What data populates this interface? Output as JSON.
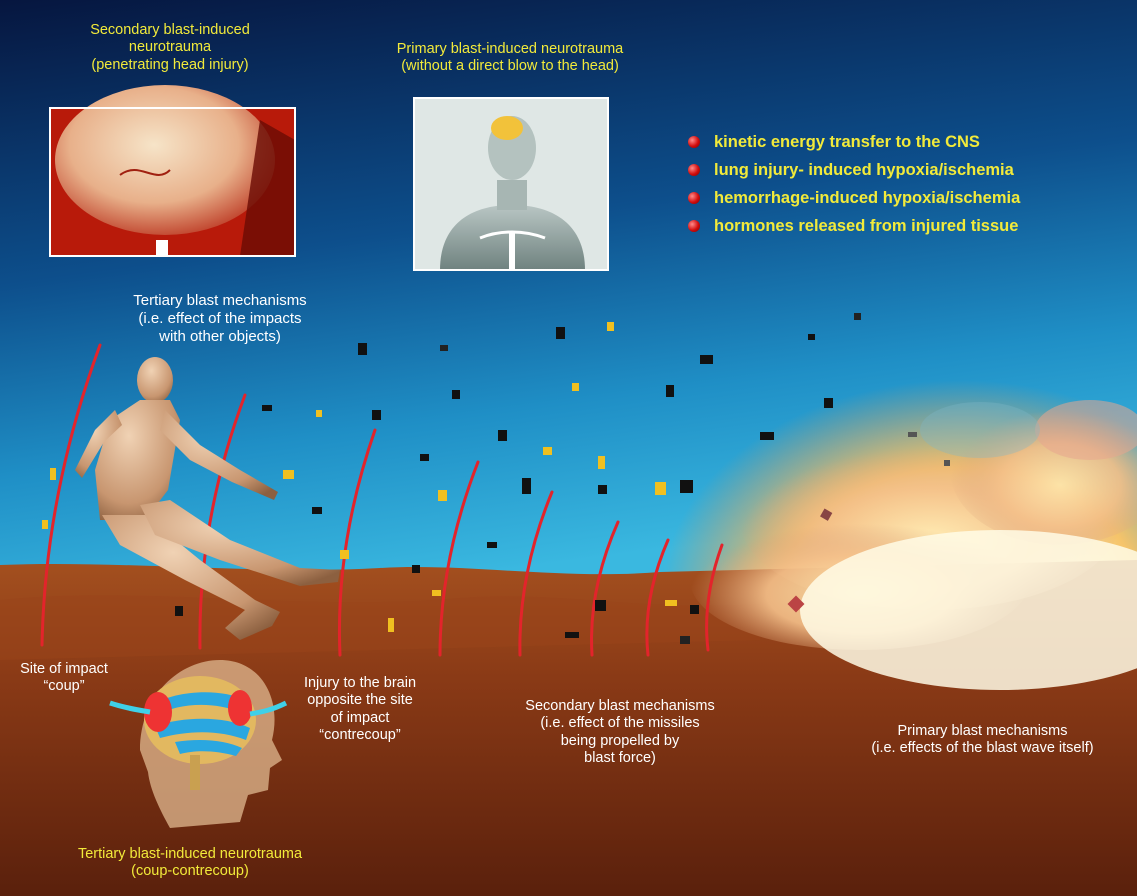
{
  "labels": {
    "secondary_neurotrauma": {
      "line1": "Secondary blast-induced",
      "line2": "neurotrauma",
      "line3": "(penetrating head injury)"
    },
    "primary_neurotrauma": {
      "line1": "Primary blast-induced neurotrauma",
      "line2": "(without a direct blow to the head)"
    },
    "tertiary_mechanisms": {
      "line1": "Tertiary blast mechanisms",
      "line2": "(i.e. effect of the impacts",
      "line3": "with other objects)"
    },
    "site_of_impact": {
      "line1": "Site of impact",
      "line2": "“coup”"
    },
    "contrecoup": {
      "line1": "Injury to the brain",
      "line2": "opposite the site",
      "line3": "of impact",
      "line4": "“contrecoup”"
    },
    "secondary_mechanisms": {
      "line1": "Secondary blast mechanisms",
      "line2": "(i.e. effect of the missiles",
      "line3": "being propelled by",
      "line4": "blast force)"
    },
    "primary_mechanisms": {
      "line1": "Primary blast mechanisms",
      "line2": "(i.e. effects of the blast wave itself)"
    },
    "tertiary_neurotrauma": {
      "line1": "Tertiary blast-induced neurotrauma",
      "line2": "(coup-contrecoup)"
    }
  },
  "bullets": [
    "kinetic energy transfer to the CNS",
    "lung injury- induced hypoxia/ischemia",
    "hemorrhage-induced hypoxia/ischemia",
    "hormones released from injured tissue"
  ],
  "colors": {
    "sky_top": "#06163f",
    "sky_bottom": "#2aa7d6",
    "ground": "#8a3a16",
    "label_yellow": "#f2ea3a",
    "blast_wave": "#e3242b",
    "bullet_dot": "#d10c0c"
  }
}
